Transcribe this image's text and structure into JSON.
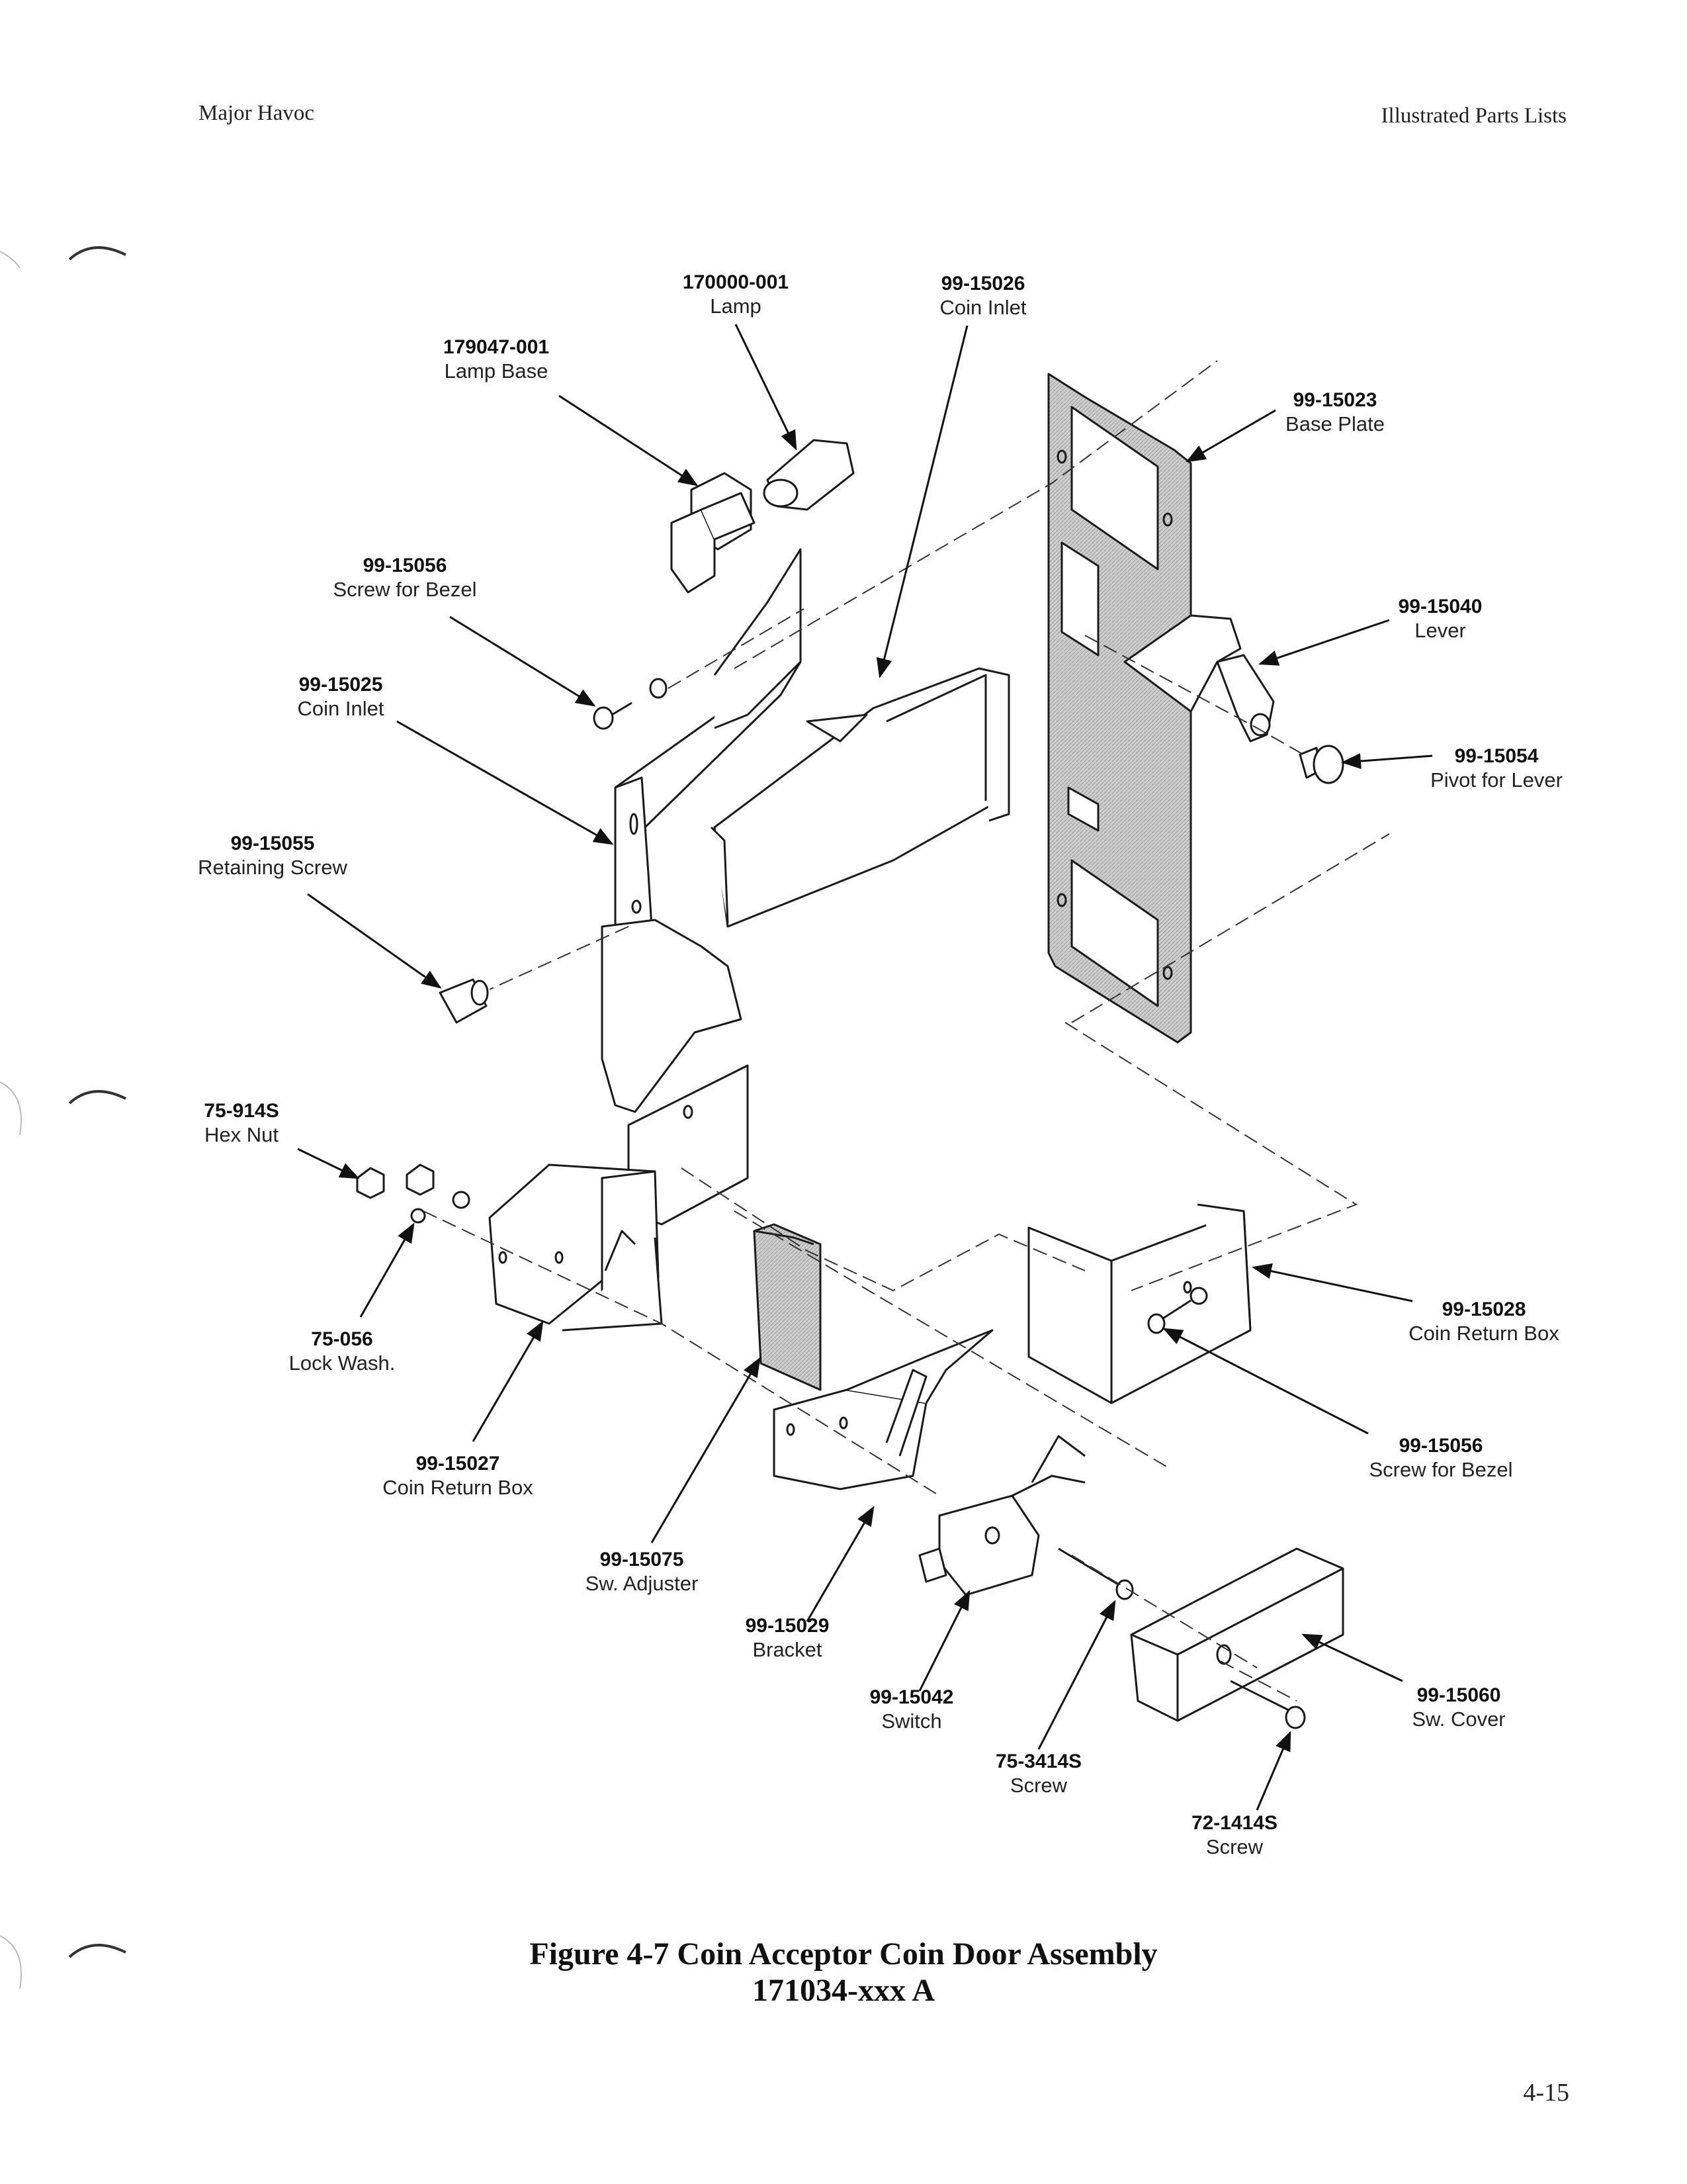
{
  "header": {
    "left": "Major Havoc",
    "right": "Illustrated Parts Lists"
  },
  "callouts": [
    {
      "id": "lamp",
      "part": "170000-001",
      "name": "Lamp"
    },
    {
      "id": "coin-inlet-top",
      "part": "99-15026",
      "name": "Coin Inlet"
    },
    {
      "id": "lamp-base",
      "part": "179047-001",
      "name": "Lamp Base"
    },
    {
      "id": "base-plate",
      "part": "99-15023",
      "name": "Base Plate"
    },
    {
      "id": "screw-for-bezel-top",
      "part": "99-15056",
      "name": "Screw for Bezel"
    },
    {
      "id": "lever",
      "part": "99-15040",
      "name": "Lever"
    },
    {
      "id": "coin-inlet-left",
      "part": "99-15025",
      "name": "Coin Inlet"
    },
    {
      "id": "pivot-for-lever",
      "part": "99-15054",
      "name": "Pivot for Lever"
    },
    {
      "id": "retaining-screw",
      "part": "99-15055",
      "name": "Retaining Screw"
    },
    {
      "id": "hex-nut",
      "part": "75-914S",
      "name": "Hex Nut"
    },
    {
      "id": "coin-return-box-right",
      "part": "99-15028",
      "name": "Coin Return Box"
    },
    {
      "id": "lock-wash",
      "part": "75-056",
      "name": "Lock Wash."
    },
    {
      "id": "screw-for-bezel-bottom",
      "part": "99-15056",
      "name": "Screw for Bezel"
    },
    {
      "id": "coin-return-box-left",
      "part": "99-15027",
      "name": "Coin Return Box"
    },
    {
      "id": "sw-adjuster",
      "part": "99-15075",
      "name": "Sw. Adjuster"
    },
    {
      "id": "bracket",
      "part": "99-15029",
      "name": "Bracket"
    },
    {
      "id": "switch",
      "part": "99-15042",
      "name": "Switch"
    },
    {
      "id": "sw-cover",
      "part": "99-15060",
      "name": "Sw. Cover"
    },
    {
      "id": "screw-3414",
      "part": "75-3414S",
      "name": "Screw"
    },
    {
      "id": "screw-1414",
      "part": "72-1414S",
      "name": "Screw"
    }
  ],
  "caption": {
    "line1": "Figure 4-7  Coin Acceptor Coin Door Assembly",
    "line2": "171034-xxx   A"
  },
  "page_number": "4-15"
}
